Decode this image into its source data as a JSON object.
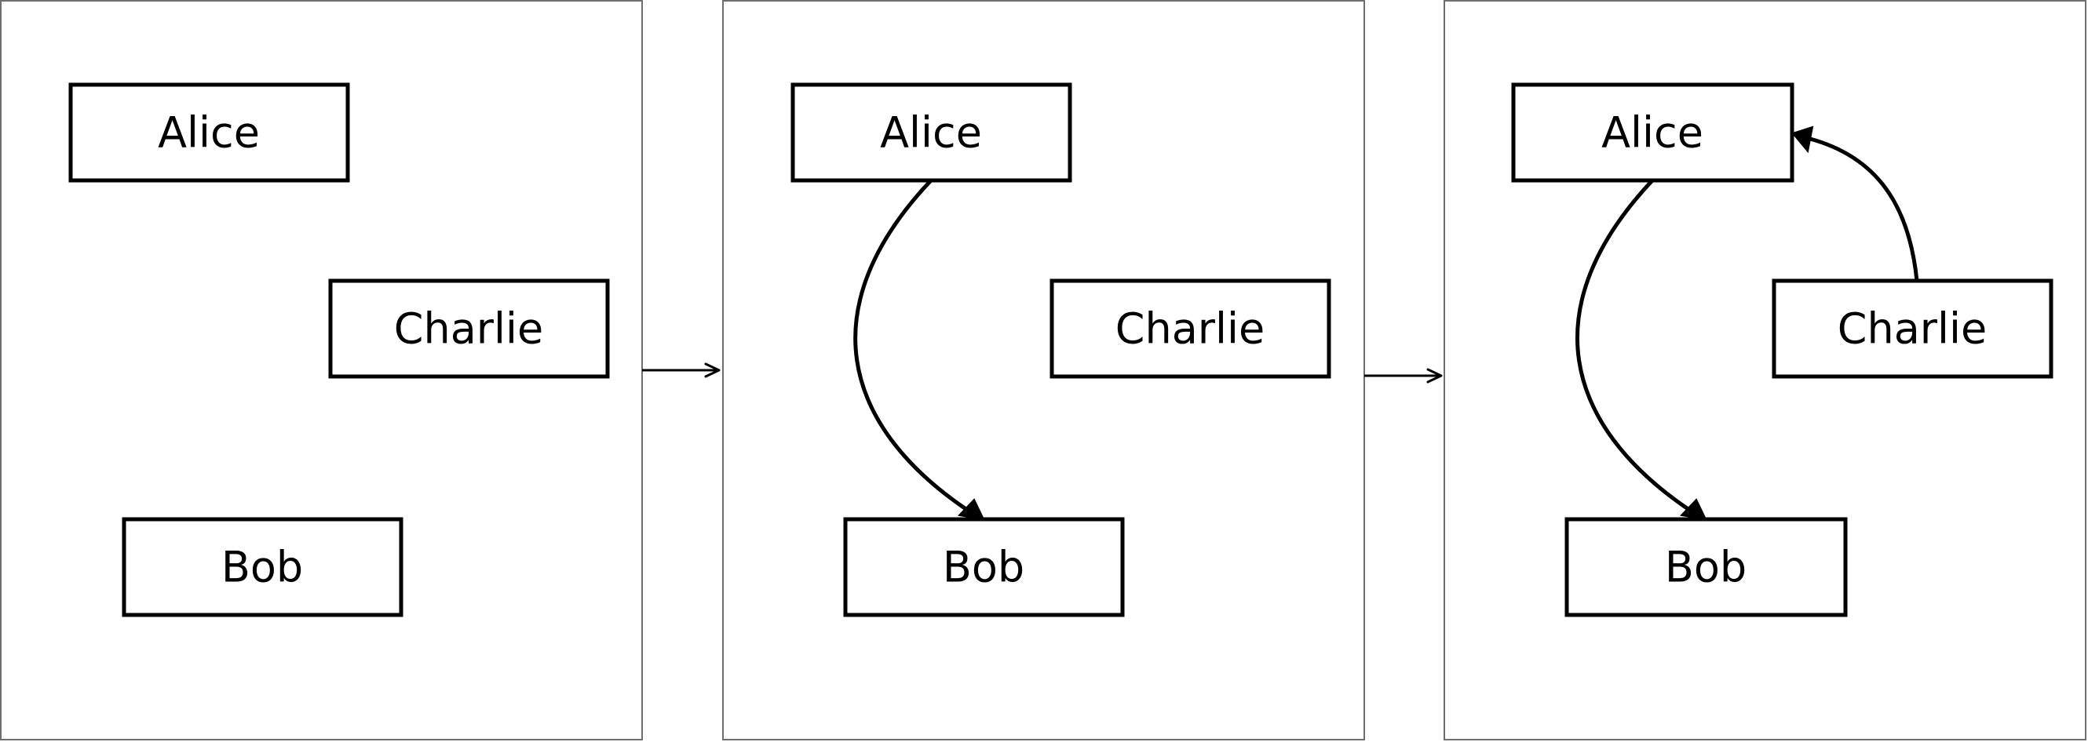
{
  "nodes": {
    "alice": "Alice",
    "bob": "Bob",
    "charlie": "Charlie"
  },
  "panels": [
    {
      "id": "panel-1",
      "edges": []
    },
    {
      "id": "panel-2",
      "edges": [
        {
          "from": "alice",
          "to": "bob"
        }
      ]
    },
    {
      "id": "panel-3",
      "edges": [
        {
          "from": "alice",
          "to": "bob"
        },
        {
          "from": "charlie",
          "to": "alice"
        }
      ]
    }
  ],
  "colors": {
    "stroke": "#000000",
    "frame": "#6f6f6f",
    "background": "#ffffff"
  }
}
